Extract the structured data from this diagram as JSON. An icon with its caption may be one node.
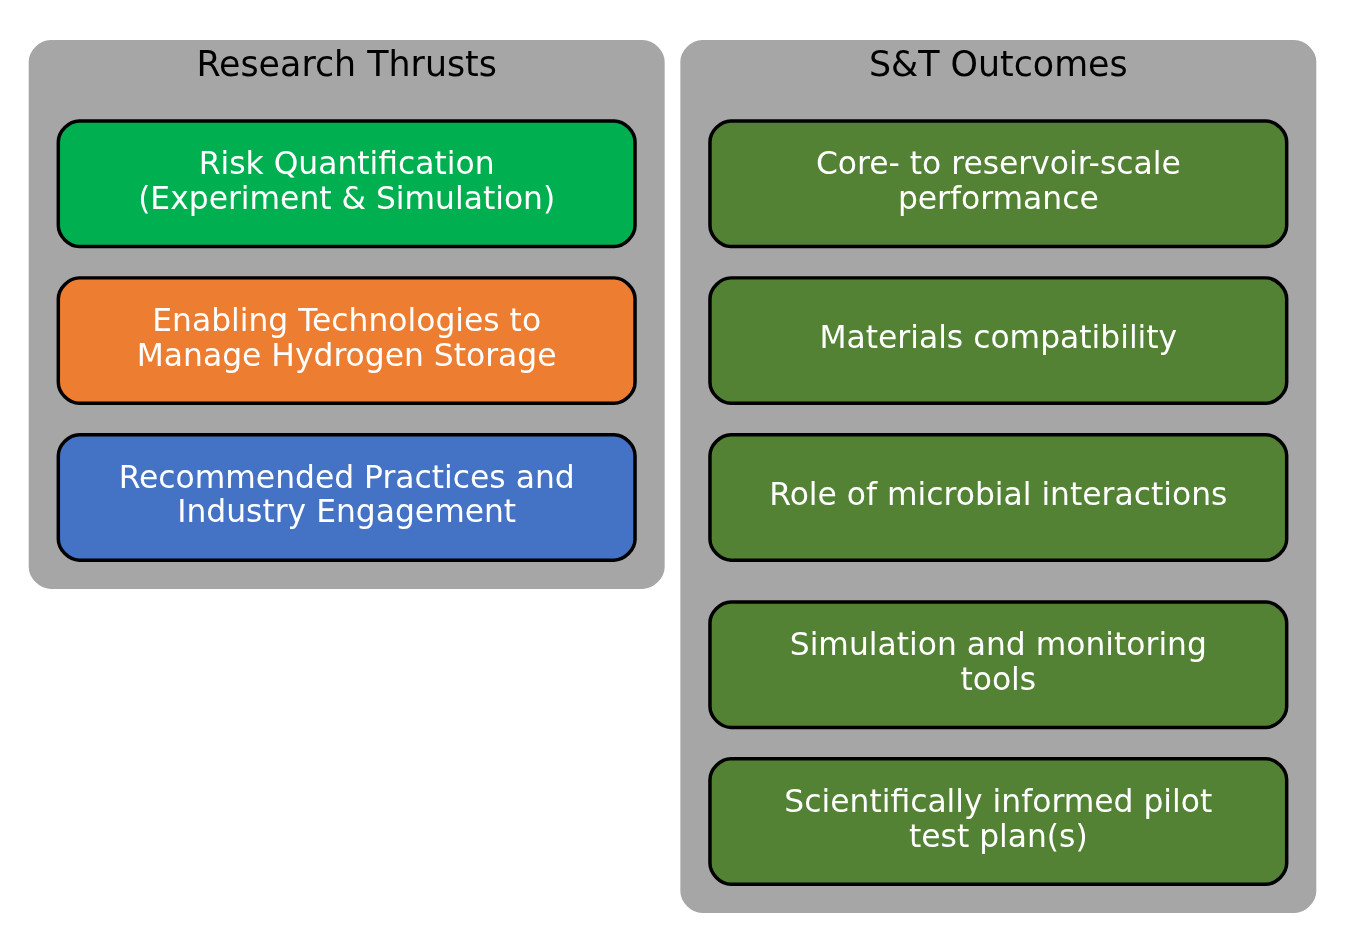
{
  "diagram": {
    "nodes": [
      {
        "text": [
          "Research Thrusts"
        ]
      },
      {
        "text": [
          "Risk Quantification (Experiment & Simulation)"
        ],
        "in": 0
      },
      {
        "text": [
          "Enabling Technologies to Manage Hydrogen Storage"
        ],
        "in": 0
      },
      {
        "text": [
          "Recommended Practices and Industry Engagement"
        ],
        "in": 0
      },
      {
        "text": [
          "S&T Outcomes"
        ]
      },
      {
        "text": [
          "Core- to reservoir-scale performance"
        ],
        "in": 4
      },
      {
        "text": [
          "Materials compatibility"
        ],
        "in": 4
      },
      {
        "text": [
          "Role of microbial interactions"
        ],
        "in": 4
      },
      {
        "text": [
          "Simulation and monitoring tools"
        ],
        "in": 4
      },
      {
        "text": [
          "Scientifically informed pilot test plan(s)"
        ],
        "in": 4
      }
    ],
    "edges": []
  }
}
